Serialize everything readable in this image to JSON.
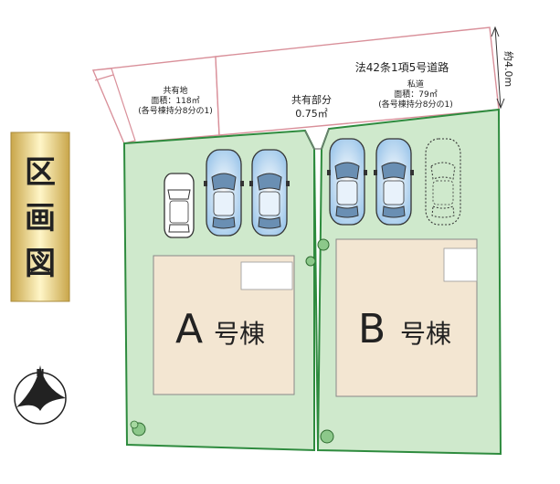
{
  "title": "区画図",
  "road": {
    "label": "法42条1項5号道路",
    "type": "私道",
    "area": "面積：79㎡",
    "share": "(各号棟持分8分の1)",
    "width": "約4.0m"
  },
  "common_land": {
    "label": "共有地",
    "area": "面積：118㎡",
    "share": "(各号棟持分8分の1)"
  },
  "shared_part": {
    "label": "共有部分",
    "width": "0.75㎡"
  },
  "lots": [
    {
      "label": "A",
      "suffix": "号棟"
    },
    {
      "label": "B",
      "suffix": "号棟"
    }
  ],
  "compass": {
    "north": "N"
  },
  "colors": {
    "lot_fill": "#cfe9cc",
    "lot_border": "#2e8b3e",
    "building_fill": "#f3e6d2",
    "car_blue": "#bcd9f2",
    "title_gold": "#e8d48a"
  }
}
